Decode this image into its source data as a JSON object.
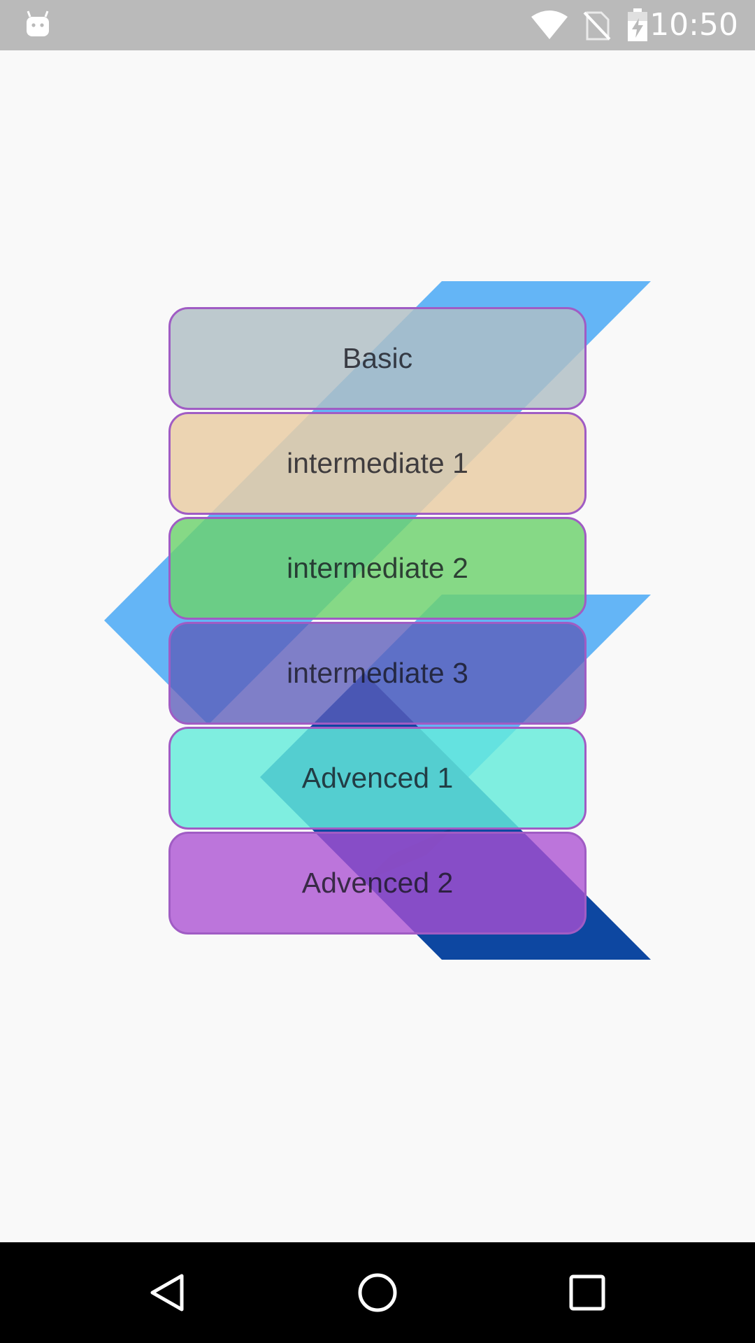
{
  "status_bar": {
    "time": "10:50",
    "icons": [
      "android-icon",
      "wifi-icon",
      "no-sim-icon",
      "battery-charging-icon"
    ]
  },
  "logo": {
    "name": "flutter-logo",
    "colors": [
      "#64b5f6",
      "#0d47a1"
    ]
  },
  "levels": [
    {
      "label": "Basic",
      "color": "rgba(176,190,197,0.82)"
    },
    {
      "label": "intermediate 1",
      "color": "rgba(234,206,166,0.85)"
    },
    {
      "label": "intermediate 2",
      "color": "rgba(108,210,108,0.82)"
    },
    {
      "label": "intermediate 3",
      "color": "rgba(92,92,186,0.78)"
    },
    {
      "label": "Advenced 1",
      "color": "rgba(100,235,218,0.82)"
    },
    {
      "label": "Advenced 2",
      "color": "rgba(170,80,210,0.78)"
    }
  ],
  "nav_bar": {
    "buttons": [
      "back-icon",
      "home-icon",
      "recents-icon"
    ]
  }
}
